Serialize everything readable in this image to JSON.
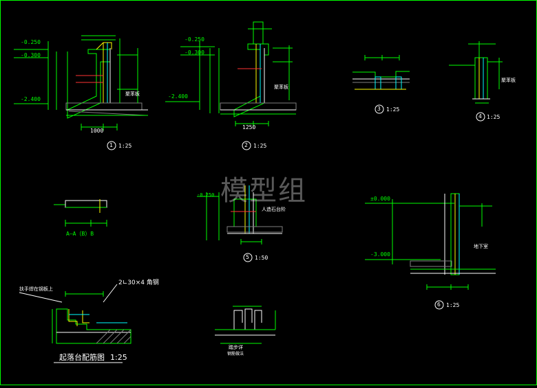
{
  "colors": {
    "background": "#000000",
    "frame": "#00ff00",
    "line_green": "#00ff00",
    "line_white": "#ffffff",
    "line_yellow": "#ffff00",
    "line_cyan": "#00ffff",
    "line_red": "#ff3333",
    "hatch": "#808080"
  },
  "watermark": "模型组",
  "detail1": {
    "elev_top_a": "-0.250",
    "elev_top_b": "-0.300",
    "elev_bottom": "-2.400",
    "note": "聚苯板",
    "circle": "1",
    "scale": "1:25",
    "dim_bottom": "1000"
  },
  "detail2": {
    "elev_top_a": "-0.250",
    "elev_top_b": "-0.300",
    "elev_bottom": "-2.400",
    "note": "聚苯板",
    "circle": "2",
    "scale": "1:25",
    "dim_bottom": "1250"
  },
  "detail3": {
    "circle": "3",
    "scale": "1:25"
  },
  "detail4": {
    "circle": "4",
    "scale": "1:25",
    "note": "聚苯板"
  },
  "section_aa": {
    "title": "A—A（B）B"
  },
  "detail5": {
    "elev": "-0.250",
    "note": "人造石台阶",
    "circle": "5",
    "scale": "1:50"
  },
  "detail6": {
    "elev_top": "±0.000",
    "elev_bottom": "-3.000",
    "note": "地下室",
    "circle": "6",
    "scale": "1:25"
  },
  "stair_detail": {
    "note_left": "扶手焊在钢板上",
    "note_right": "2∟30×4 角钢",
    "title": "起落台配筋图",
    "scale": "1:25"
  },
  "rebar_detail": {
    "title": "踏步详",
    "subtitle": "钢筋做法"
  }
}
